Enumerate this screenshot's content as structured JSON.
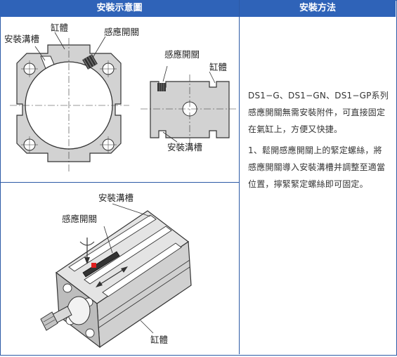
{
  "headers": {
    "left": "安裝示意圖",
    "right": "安裝方法"
  },
  "top_diagram": {
    "slot_label": "安裝溝槽",
    "cylinder_label": "缸體",
    "sensor_label": "感應開關",
    "right_sensor_label": "感應開關",
    "right_cylinder_label": "缸體",
    "right_slot_label": "安裝溝槽"
  },
  "bottom_diagram": {
    "slot_label": "安裝溝槽",
    "sensor_label": "感應開關",
    "cylinder_label": "缸體"
  },
  "method": {
    "paragraph_1": "DS1−G、DS1−GN、DS1−GP系列感應開關無需安裝附件，可直接固定在氣缸上，方便又快捷。",
    "paragraph_2": "1、鬆開感應開關上的緊定螺絲，將感應開關導入安裝溝槽并調整至適當位置，擰緊緊定螺絲即可固定。"
  },
  "colors": {
    "header_bg": "#2f63b8",
    "border": "#2c5aa6",
    "metal": "#d2d2d2",
    "sensor_mark": "#e02020"
  }
}
